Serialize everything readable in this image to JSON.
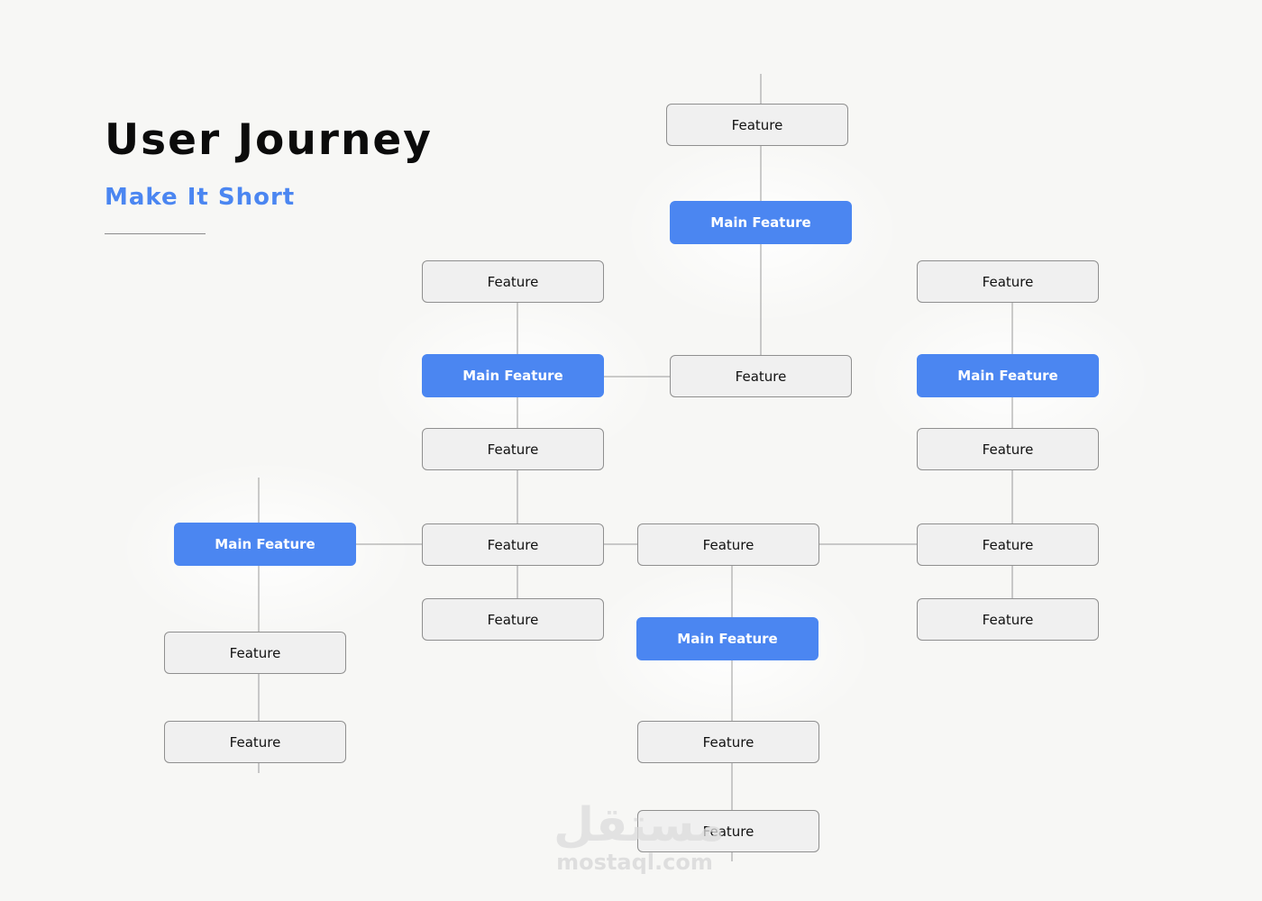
{
  "header": {
    "title": "User Journey",
    "subtitle": "Make It Short"
  },
  "colors": {
    "accent": "#4b86f1",
    "background": "#f7f7f5",
    "feature_fill": "#f0f0f0",
    "feature_border": "#8f8f8f",
    "connector": "#9a9a9a"
  },
  "nodes": {
    "top_feature": "Feature",
    "top_main": "Main Feature",
    "top_bottom_feature": "Feature",
    "left_top_feature": "Feature",
    "left_main": "Main Feature",
    "left_feature_a": "Feature",
    "left_feature_b": "Feature",
    "left_feature_c": "Feature",
    "right_top_feature": "Feature",
    "right_main": "Main Feature",
    "right_feature_a": "Feature",
    "right_feature_b": "Feature",
    "right_feature_c": "Feature",
    "far_left_main": "Main Feature",
    "far_left_feature_a": "Feature",
    "far_left_feature_b": "Feature",
    "center_feature": "Feature",
    "center_main": "Main Feature",
    "center_feature_a": "Feature",
    "center_feature_b": "Feature"
  },
  "watermark": {
    "arabic": "مستقل",
    "latin": "mostaql.com"
  }
}
